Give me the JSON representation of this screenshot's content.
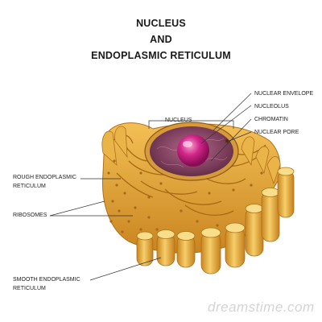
{
  "title": {
    "line1": "NUCLEUS",
    "line2": "AND",
    "line3": "ENDOPLASMIC RETICULUM"
  },
  "labels": {
    "nuclear_envelope": "NUCLEAR ENVELOPE",
    "nucleolus": "NUCLEOLUS",
    "chromatin": "CHROMATIN",
    "nuclear_pore": "NUCLEAR PORE",
    "nucleus": "NUCLEUS",
    "rough_er_1": "ROUGH ENDOPLASMIC",
    "rough_er_2": "RETICULUM",
    "ribosomes": "RIBOSOMES",
    "smooth_er_1": "SMOOTH ENDOPLASMIC",
    "smooth_er_2": "RETICULUM"
  },
  "watermark": "dreamstime.com",
  "colors": {
    "er_fill": "#e0a430",
    "er_dark": "#b8791a",
    "nucleolus": "#c0187a",
    "nucleus_inner": "#8a4a6a"
  }
}
